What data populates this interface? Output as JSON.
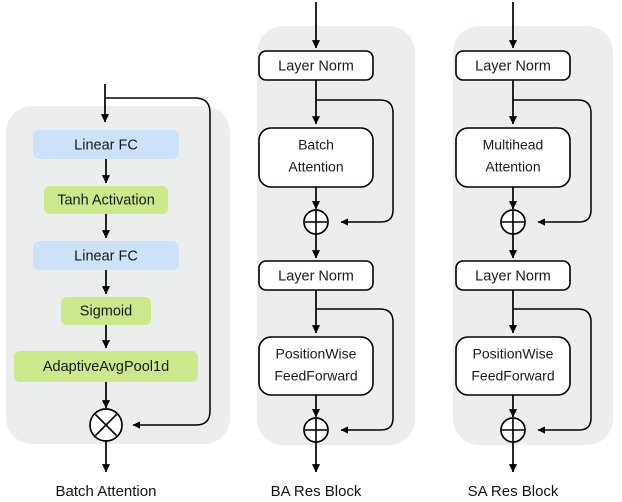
{
  "figure": {
    "title": "",
    "background_color": "#ffffff",
    "panel_color": "#eceded",
    "colors": {
      "linear_fill": "#cbe2f9",
      "activation_fill": "#cbe88c",
      "plain_fill": "#ffffff",
      "stroke": "#000000",
      "text": "#1a1a1a"
    }
  },
  "panels": [
    {
      "id": "batch-attention",
      "caption": "Batch Attention",
      "nodes": [
        {
          "id": "linear-fc-1",
          "label": "Linear FC",
          "style": "blue"
        },
        {
          "id": "tanh-activation",
          "label": "Tanh Activation",
          "style": "green"
        },
        {
          "id": "linear-fc-2",
          "label": "Linear FC",
          "style": "blue"
        },
        {
          "id": "sigmoid",
          "label": "Sigmoid",
          "style": "green"
        },
        {
          "id": "adaptive-avg-pool-1d",
          "label": "AdaptiveAvgPool1d",
          "style": "green"
        }
      ],
      "operator": {
        "id": "multiply-node",
        "symbol": "multiply"
      }
    },
    {
      "id": "ba-res-block",
      "caption": "BA Res Block",
      "nodes": [
        {
          "id": "layer-norm-1",
          "label": "Layer Norm",
          "style": "plain"
        },
        {
          "id": "batch-attention-block",
          "label_line1": "Batch",
          "label_line2": "Attention",
          "style": "plain"
        },
        {
          "id": "layer-norm-2",
          "label": "Layer Norm",
          "style": "plain"
        },
        {
          "id": "positionwise-feedforward",
          "label_line1": "PositionWise",
          "label_line2": "FeedForward",
          "style": "plain"
        }
      ],
      "operators": [
        {
          "id": "add-node-1",
          "symbol": "plus"
        },
        {
          "id": "add-node-2",
          "symbol": "plus"
        }
      ]
    },
    {
      "id": "sa-res-block",
      "caption": "SA Res Block",
      "nodes": [
        {
          "id": "layer-norm-1",
          "label": "Layer Norm",
          "style": "plain"
        },
        {
          "id": "multihead-attention-block",
          "label_line1": "Multihead",
          "label_line2": "Attention",
          "style": "plain"
        },
        {
          "id": "layer-norm-2",
          "label": "Layer Norm",
          "style": "plain"
        },
        {
          "id": "positionwise-feedforward",
          "label_line1": "PositionWise",
          "label_line2": "FeedForward",
          "style": "plain"
        }
      ],
      "operators": [
        {
          "id": "add-node-1",
          "symbol": "plus"
        },
        {
          "id": "add-node-2",
          "symbol": "plus"
        }
      ]
    }
  ]
}
